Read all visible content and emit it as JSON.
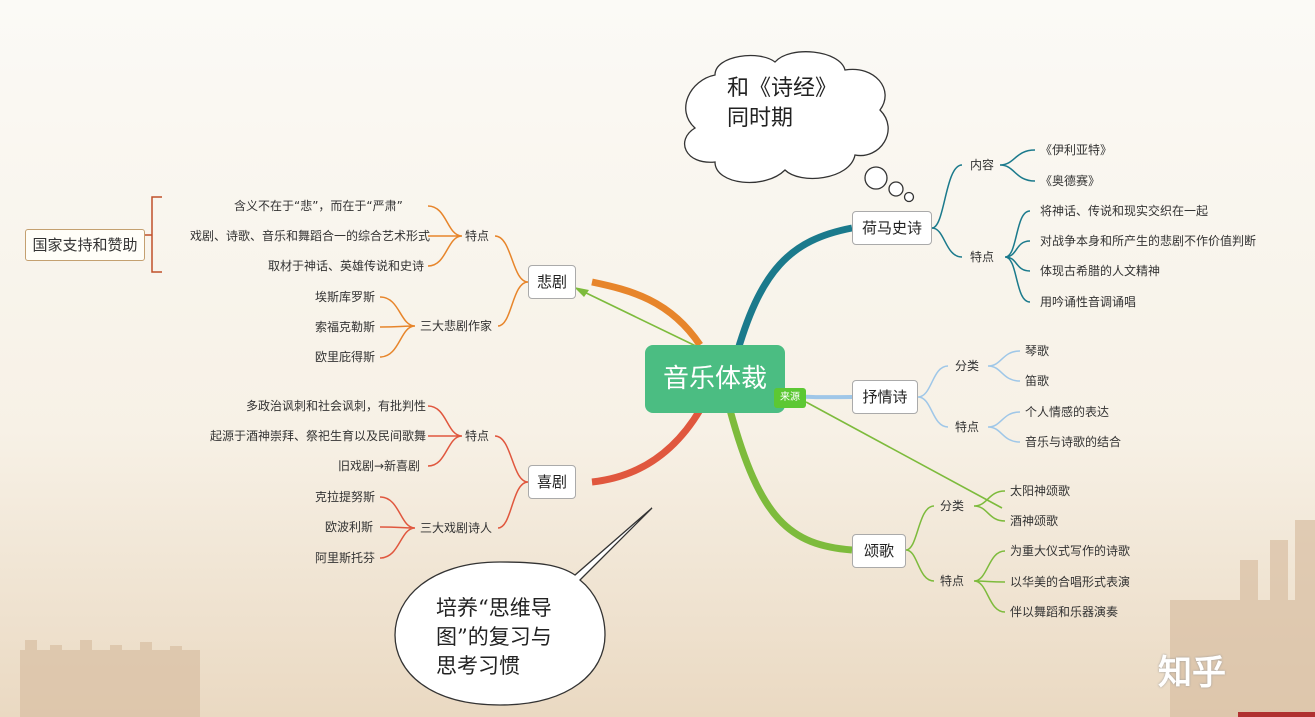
{
  "central": {
    "label": "音乐体裁",
    "tag": "来源"
  },
  "branches": {
    "homer": {
      "label": "荷马史诗",
      "content_label": "内容",
      "content": [
        "《伊利亚特》",
        "《奥德赛》"
      ],
      "feature_label": "特点",
      "features": [
        "将神话、传说和现实交织在一起",
        "对战争本身和所产生的悲剧不作价值判断",
        "体现古希腊的人文精神",
        "用吟诵性音调诵唱"
      ]
    },
    "lyric": {
      "label": "抒情诗",
      "class_label": "分类",
      "classes": [
        "琴歌",
        "笛歌"
      ],
      "feature_label": "特点",
      "features": [
        "个人情感的表达",
        "音乐与诗歌的结合"
      ]
    },
    "hymn": {
      "label": "颂歌",
      "class_label": "分类",
      "classes": [
        "太阳神颂歌",
        "酒神颂歌"
      ],
      "feature_label": "特点",
      "features": [
        "为重大仪式写作的诗歌",
        "以华美的合唱形式表演",
        "伴以舞蹈和乐器演奏"
      ]
    },
    "tragedy": {
      "label": "悲剧",
      "feature_label": "特点",
      "features": [
        "含义不在于“悲”，而在于“严肃”",
        "戏剧、诗歌、音乐和舞蹈合一的综合艺术形式",
        "取材于神话、英雄传说和史诗"
      ],
      "authors_label": "三大悲剧作家",
      "authors": [
        "埃斯库罗斯",
        "索福克勒斯",
        "欧里庇得斯"
      ]
    },
    "comedy": {
      "label": "喜剧",
      "feature_label": "特点",
      "features": [
        "多政治讽刺和社会讽刺，有批判性",
        "起源于酒神崇拜、祭祀生育以及民间歌舞",
        "旧戏剧→新喜剧"
      ],
      "authors_label": "三大戏剧诗人",
      "authors": [
        "克拉提努斯",
        "欧波利斯",
        "阿里斯托芬"
      ]
    }
  },
  "side_box": "国家支持和赞助",
  "callout_top": {
    "line1": "和《诗经》",
    "line2": "同时期"
  },
  "callout_bottom": {
    "line1": "培养“思维导",
    "line2": "图”的复习与",
    "line3": "思考习惯"
  },
  "watermark": "知乎",
  "colors": {
    "homer": "#1b7a8c",
    "lyric": "#9fc7e8",
    "hymn": "#7dbb3c",
    "tragedy": "#e7852b",
    "comedy": "#e0573e",
    "central": "#4bbd82"
  }
}
